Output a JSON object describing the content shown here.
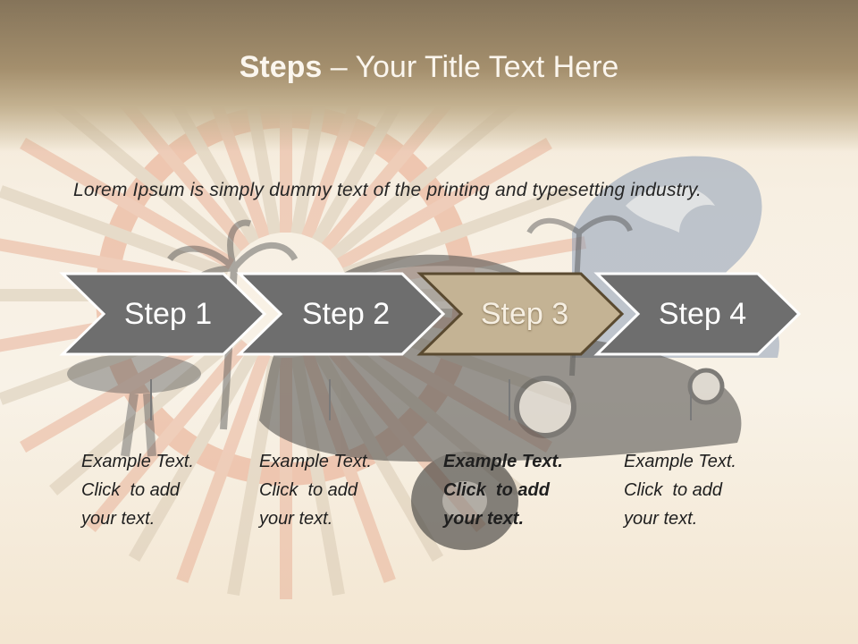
{
  "slide": {
    "title_bold": "Steps",
    "title_rest": " – Your Title Text Here",
    "intro_text": "Lorem Ipsum is simply dummy text of the printing and typesetting industry."
  },
  "steps": [
    {
      "label": "Step 1",
      "description": "Example Text.\nClick  to add\nyour text.",
      "active": false
    },
    {
      "label": "Step 2",
      "description": "Example Text.\nClick  to add\nyour text.",
      "active": false
    },
    {
      "label": "Step 3",
      "description": "Example Text.\nClick  to add\nyour text.",
      "active": true
    },
    {
      "label": "Step 4",
      "description": "Example Text.\nClick  to add\nyour text.",
      "active": false
    }
  ],
  "colors": {
    "header": "#a48f6d",
    "step_fill": "#6e6e6e",
    "step_active_fill": "#c4b394",
    "step_outline": "#ffffff",
    "step_active_outline": "#5a4a30",
    "title_text": "#fbf6ee"
  },
  "icons": [
    "sunburst-graphic",
    "vintage-car-graphic",
    "palm-tree-graphic",
    "wave-graphic",
    "surfer-graphic"
  ]
}
